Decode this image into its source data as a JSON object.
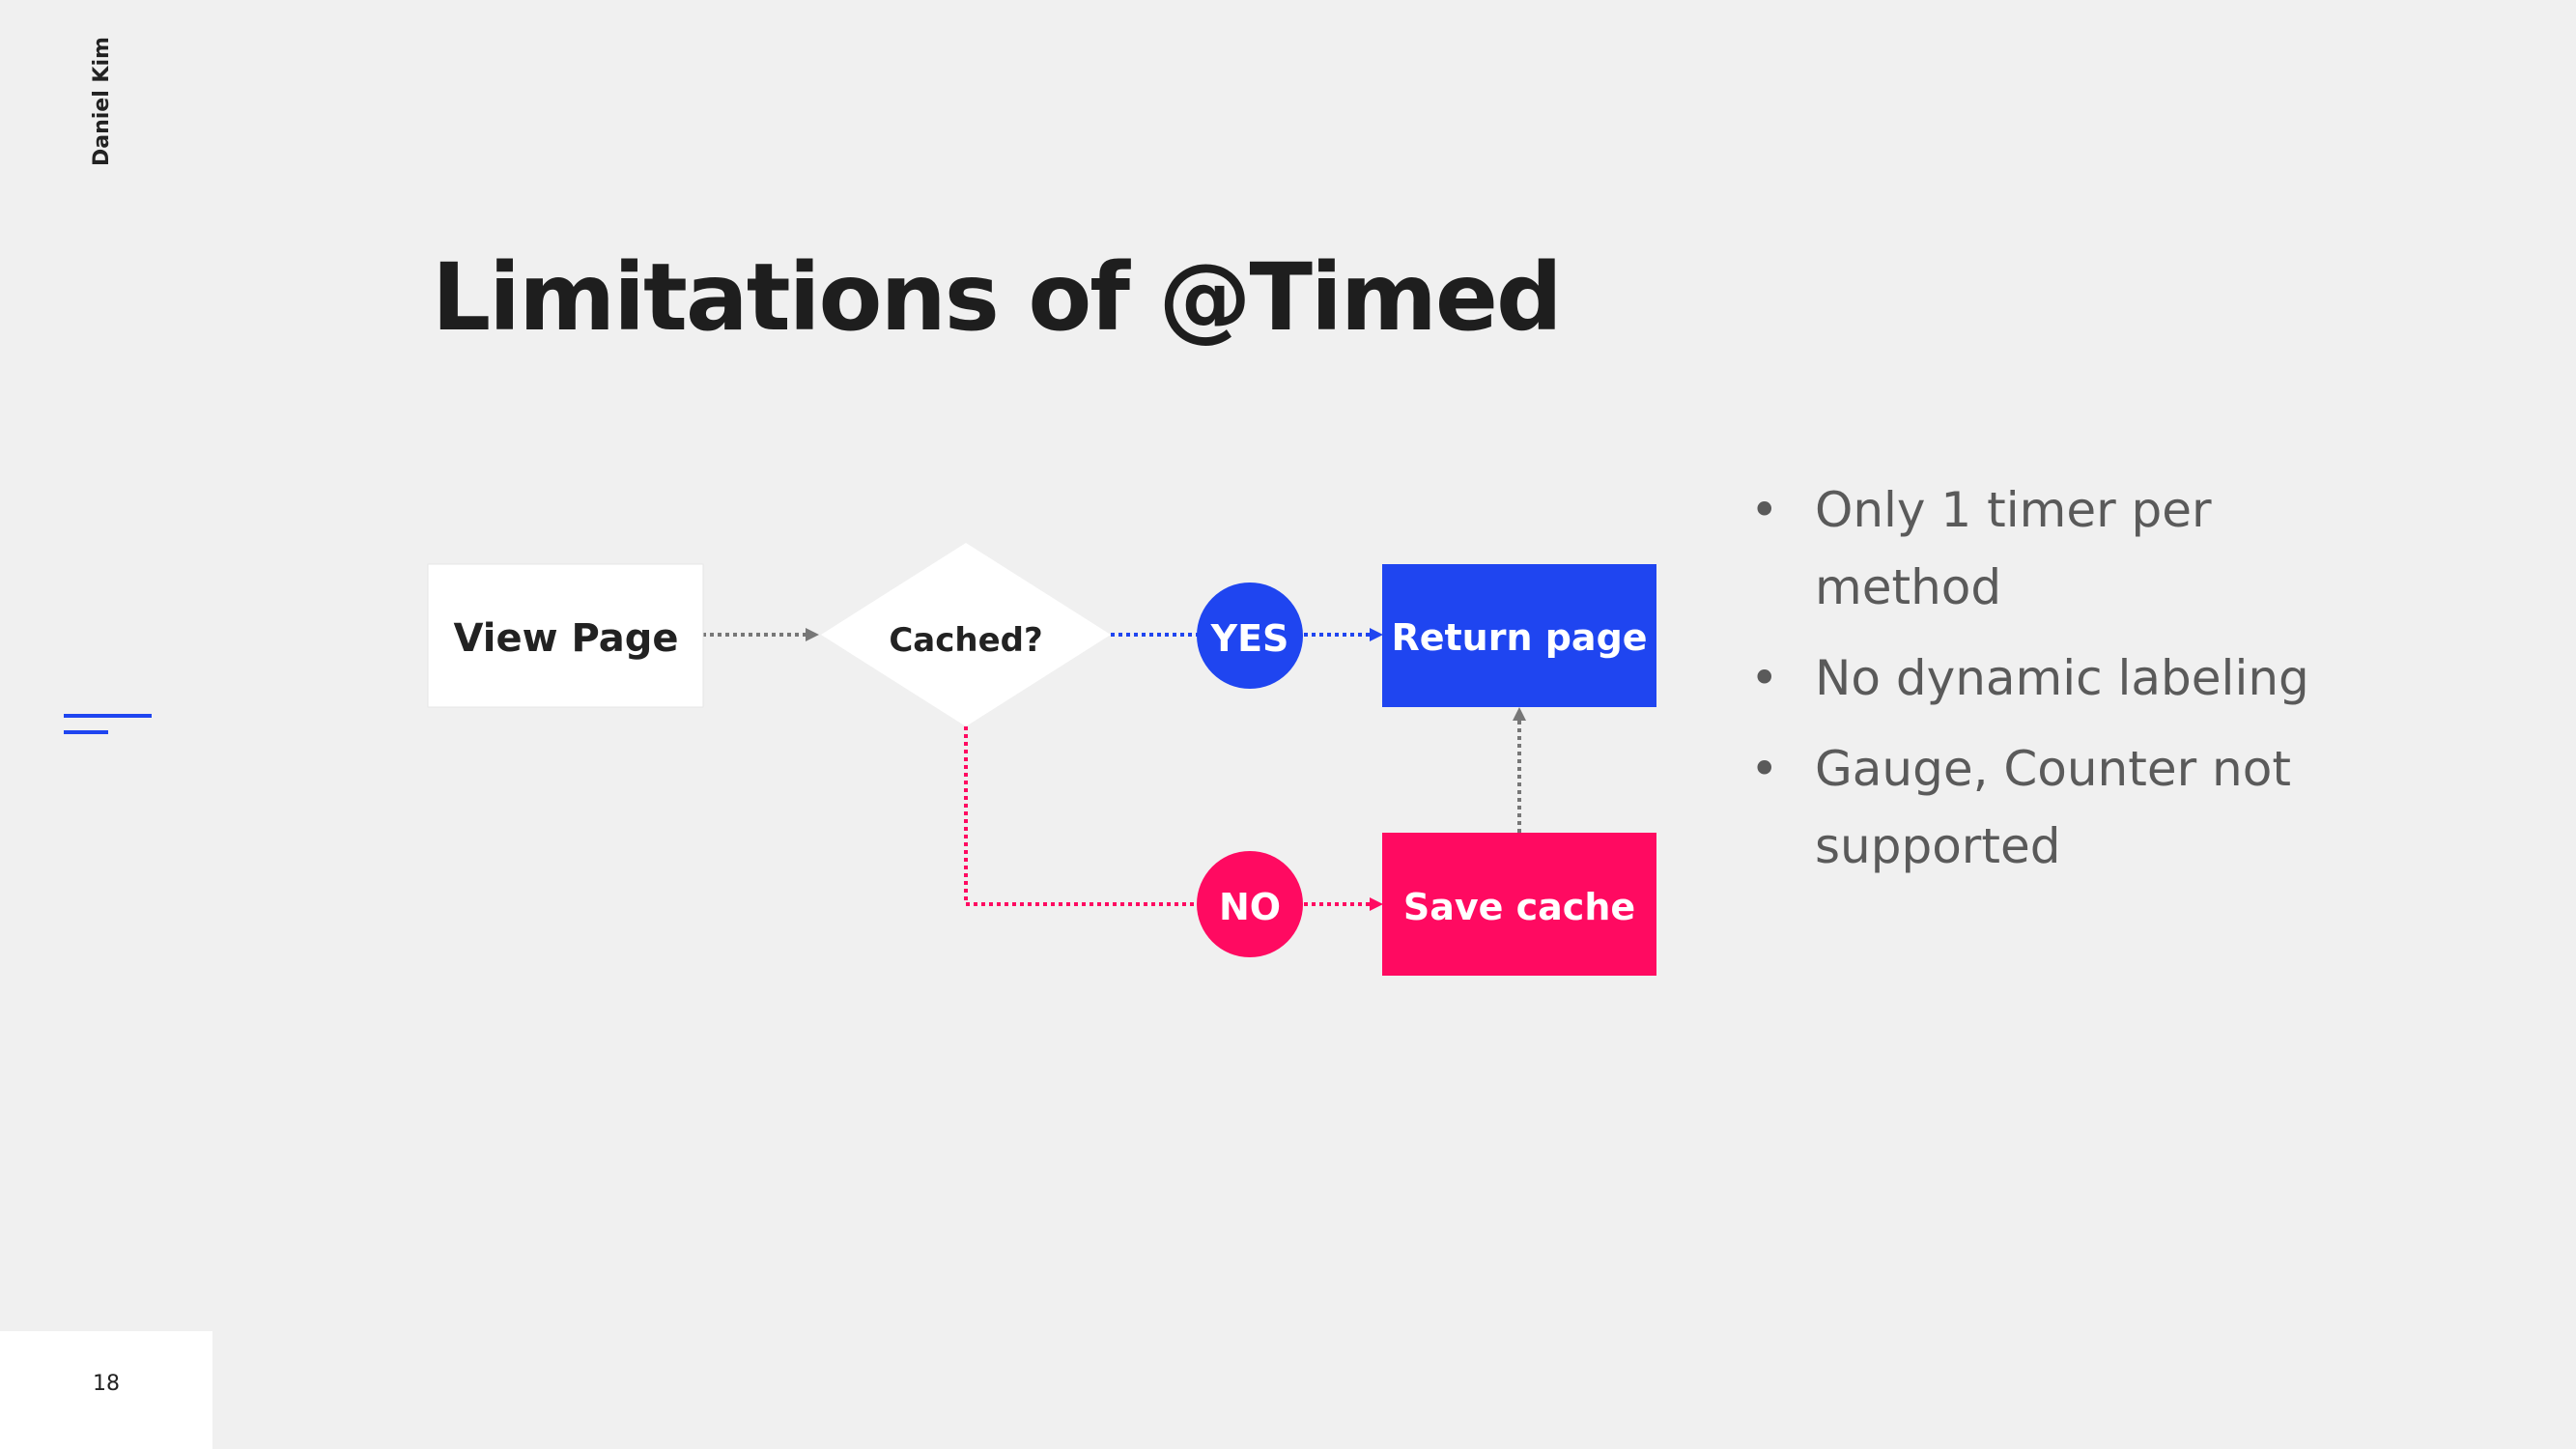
{
  "author": "Daniel Kim",
  "title": "Limitations of @Timed",
  "diagram": {
    "nodes": {
      "view_page": "View Page",
      "cached": "Cached?",
      "yes": "YES",
      "no": "NO",
      "return_page": "Return page",
      "save_cache": "Save cache"
    },
    "colors": {
      "blue": "#1f45f0",
      "pink": "#ff0a61",
      "gray_arrow": "#777777",
      "node_white": "#ffffff"
    }
  },
  "bullets": [
    "Only 1 timer per method",
    "No dynamic labeling",
    "Gauge, Counter not supported"
  ],
  "page_number": "18"
}
